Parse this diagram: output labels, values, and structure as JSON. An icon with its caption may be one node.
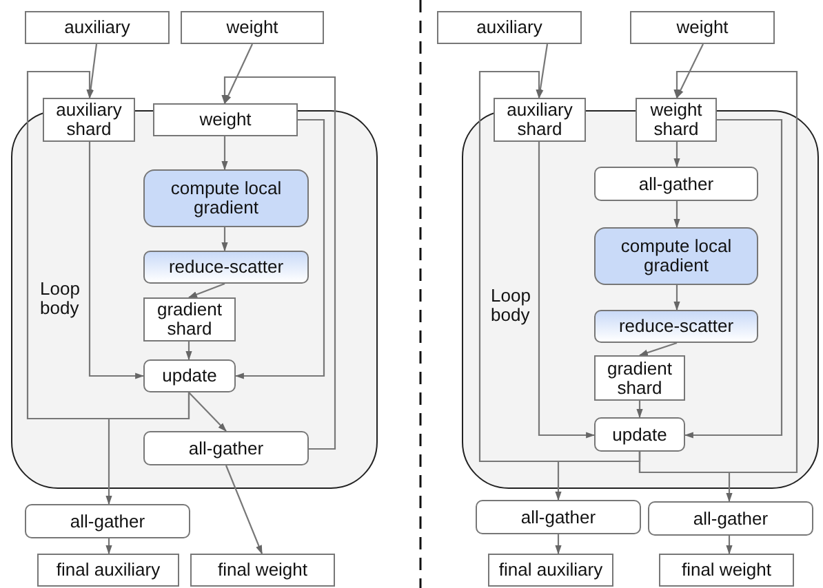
{
  "diagram": {
    "nodes": [
      {
        "text": [
          "auxiliary"
        ]
      },
      {
        "text": [
          "weight"
        ]
      },
      {
        "text": [
          "Loop body"
        ]
      },
      {
        "text": [
          "auxiliary shard"
        ]
      },
      {
        "text": [
          "weight"
        ]
      },
      {
        "text": [
          "compute local gradient"
        ],
        "in": 2
      },
      {
        "text": [
          "reduce-scatter"
        ],
        "in": 2
      },
      {
        "text": [
          "gradient shard"
        ],
        "in": 2
      },
      {
        "text": [
          "update"
        ],
        "in": 2
      },
      {
        "text": [
          "all-gather"
        ],
        "in": 2
      },
      {
        "text": [
          "all-gather"
        ]
      },
      {
        "text": [
          "final auxiliary"
        ]
      },
      {
        "text": [
          "final weight"
        ]
      },
      {
        "text": [
          "auxiliary"
        ]
      },
      {
        "text": [
          "weight"
        ]
      },
      {
        "text": [
          "Loop body"
        ]
      },
      {
        "text": [
          "auxiliary shard"
        ]
      },
      {
        "text": [
          "weight shard"
        ]
      },
      {
        "text": [
          "all-gather"
        ],
        "in": 15
      },
      {
        "text": [
          "compute local gradient"
        ],
        "in": 15
      },
      {
        "text": [
          "reduce-scatter"
        ],
        "in": 15
      },
      {
        "text": [
          "gradient shard"
        ],
        "in": 15
      },
      {
        "text": [
          "update"
        ],
        "in": 15
      },
      {
        "text": [
          "all-gather"
        ]
      },
      {
        "text": [
          "all-gather"
        ]
      },
      {
        "text": [
          "final auxiliary"
        ]
      },
      {
        "text": [
          "final weight"
        ]
      }
    ],
    "edges": [
      {
        "from": 0,
        "to": 3,
        "arrow": "to"
      },
      {
        "from": 1,
        "to": 4,
        "arrow": "to"
      },
      {
        "from": 4,
        "to": 5,
        "arrow": "to"
      },
      {
        "from": 5,
        "to": 6,
        "arrow": "to"
      },
      {
        "from": 6,
        "to": 7,
        "arrow": "to"
      },
      {
        "from": 7,
        "to": 8,
        "arrow": "to"
      },
      {
        "from": 3,
        "to": 8,
        "arrow": "to"
      },
      {
        "from": 4,
        "to": 8,
        "arrow": "to"
      },
      {
        "from": 8,
        "to": 9,
        "arrow": "to"
      },
      {
        "from": 8,
        "to": 3,
        "arrow": "to"
      },
      {
        "from": 9,
        "to": 4,
        "arrow": "to"
      },
      {
        "from": 8,
        "to": 10,
        "arrow": "to"
      },
      {
        "from": 10,
        "to": 11,
        "arrow": "to"
      },
      {
        "from": 9,
        "to": 12,
        "arrow": "to"
      },
      {
        "from": 13,
        "to": 16,
        "arrow": "to"
      },
      {
        "from": 14,
        "to": 17,
        "arrow": "to"
      },
      {
        "from": 17,
        "to": 18,
        "arrow": "to"
      },
      {
        "from": 18,
        "to": 19,
        "arrow": "to"
      },
      {
        "from": 19,
        "to": 20,
        "arrow": "to"
      },
      {
        "from": 20,
        "to": 21,
        "arrow": "to"
      },
      {
        "from": 21,
        "to": 22,
        "arrow": "to"
      },
      {
        "from": 16,
        "to": 22,
        "arrow": "to"
      },
      {
        "from": 17,
        "to": 22,
        "arrow": "to"
      },
      {
        "from": 22,
        "to": 16,
        "arrow": "to"
      },
      {
        "from": 22,
        "to": 17,
        "arrow": "to"
      },
      {
        "from": 22,
        "to": 23,
        "arrow": "to"
      },
      {
        "from": 22,
        "to": 24,
        "arrow": "to"
      },
      {
        "from": 23,
        "to": 25,
        "arrow": "to"
      },
      {
        "from": 24,
        "to": 26,
        "arrow": "to"
      }
    ]
  }
}
